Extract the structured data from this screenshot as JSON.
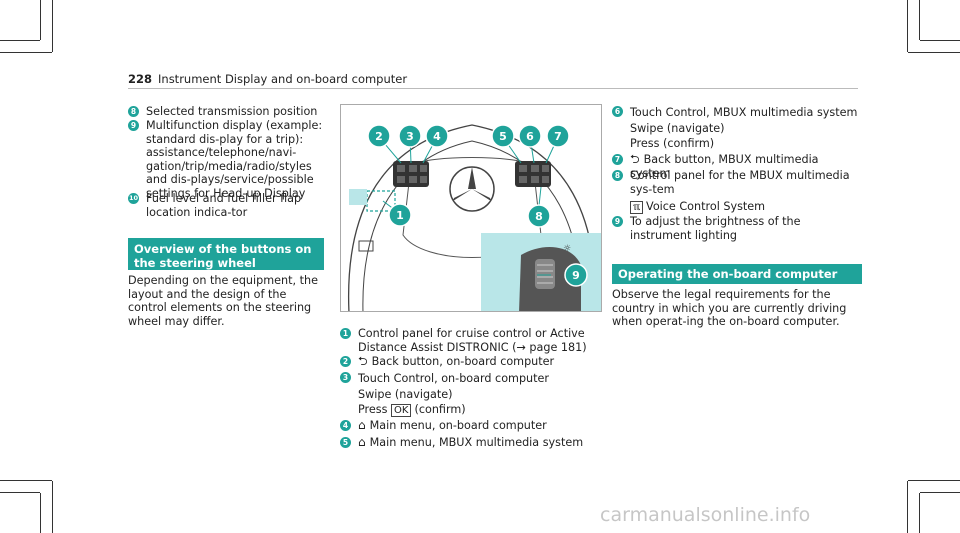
{
  "header": {
    "page_number": "228",
    "title": "Instrument Display and on-board computer"
  },
  "col1": {
    "items": [
      {
        "num": "8",
        "text": "Selected transmission position"
      },
      {
        "num": "9",
        "text": "Multifunction display (example: standard dis-play for a trip): assistance/telephone/navi-gation/trip/media/radio/styles and dis-plays/service/possible settings for Head-up Display"
      },
      {
        "num": "10",
        "text": "Fuel level and fuel filler flap location indica-tor"
      }
    ],
    "section_title": "Overview of the buttons on the steering wheel",
    "section_body": "Depending on the equipment, the layout and the design of the control elements on the steering wheel may differ."
  },
  "figure": {
    "callouts": [
      "2",
      "3",
      "4",
      "5",
      "6",
      "7",
      "1",
      "8",
      "9"
    ]
  },
  "col2": {
    "items": [
      {
        "num": "1",
        "icon": "",
        "lines": [
          "Control panel for cruise control or Active Distance Assist DISTRONIC (→ page 181)"
        ]
      },
      {
        "num": "2",
        "icon": "back-arrow-icon",
        "lines": [
          "Back button, on-board computer"
        ]
      },
      {
        "num": "3",
        "icon": "",
        "lines": [
          "Touch Control, on-board computer",
          "Swipe (navigate)"
        ],
        "press_prefix": "Press",
        "key": "OK",
        "press_suffix": "(confirm)"
      },
      {
        "num": "4",
        "icon": "home-icon",
        "lines": [
          "Main menu, on-board computer"
        ]
      },
      {
        "num": "5",
        "icon": "home-icon",
        "lines": [
          "Main menu, MBUX multimedia system"
        ]
      }
    ]
  },
  "col3": {
    "items": [
      {
        "num": "6",
        "lines": [
          "Touch Control, MBUX multimedia system",
          "Swipe (navigate)",
          "Press (confirm)"
        ]
      },
      {
        "num": "7",
        "icon": "back-arrow-icon",
        "lines": [
          "Back button, MBUX multimedia system"
        ]
      },
      {
        "num": "8",
        "lines": [
          "Control panel for the MBUX multimedia sys-tem"
        ],
        "sub_icon": "voice-control-icon",
        "sub_text": "Voice Control System"
      },
      {
        "num": "9",
        "lines": [
          "To adjust the brightness of the instrument lighting"
        ]
      }
    ],
    "section_title": "Operating the on-board computer",
    "section_body": "Observe the legal requirements for the country in which you are currently driving when operat-ing the on-board computer."
  },
  "watermark": "carmanualsonline.info",
  "colors": {
    "accent": "#1fa39a",
    "figure_bg": "#b9e6e8"
  }
}
